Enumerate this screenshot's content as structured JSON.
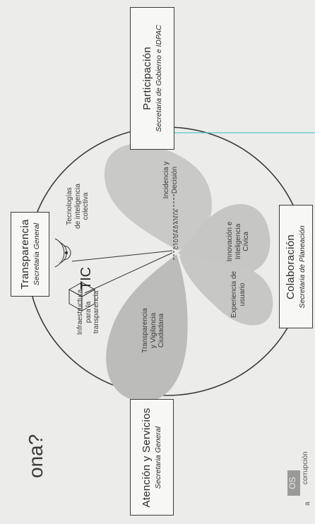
{
  "title": "ona?",
  "boxes": {
    "participacion": {
      "title": "Participación",
      "subtitle": "Secretaria de Gobierno e IDPAC"
    },
    "transparencia": {
      "title": "Transparencia",
      "subtitle": "Secretaria General"
    },
    "colaboracion": {
      "title": "Colaboración",
      "subtitle": "Secretaria de Planeación"
    },
    "atencion": {
      "title": "Atención y Servicios",
      "subtitle": "Secretaria General"
    }
  },
  "tic": {
    "label": "TIC",
    "tech_label": "Tecnologías\nde inteligencia\ncolectiva",
    "infra_label": "Infraestructura\npara la\ntransparencia"
  },
  "wings": {
    "incidencia": "Incidencia y\nDecisión",
    "innovacion": "Innovación e\nInteligencia\nCívica",
    "transparencia": "Transparencia\ny Vigilancia\nCiudadana",
    "experiencia": "Experiencia de\nusuario"
  },
  "body_text": "CIUDADANÍA",
  "footer": {
    "tag": "OS",
    "line1": "corrupción",
    "line2": "a"
  },
  "colors": {
    "wing_fill": "#c8c8c6",
    "wing_dark": "#b9b9b7",
    "circle": "#3a3a3a",
    "guide_line": "#4fc7c0"
  }
}
